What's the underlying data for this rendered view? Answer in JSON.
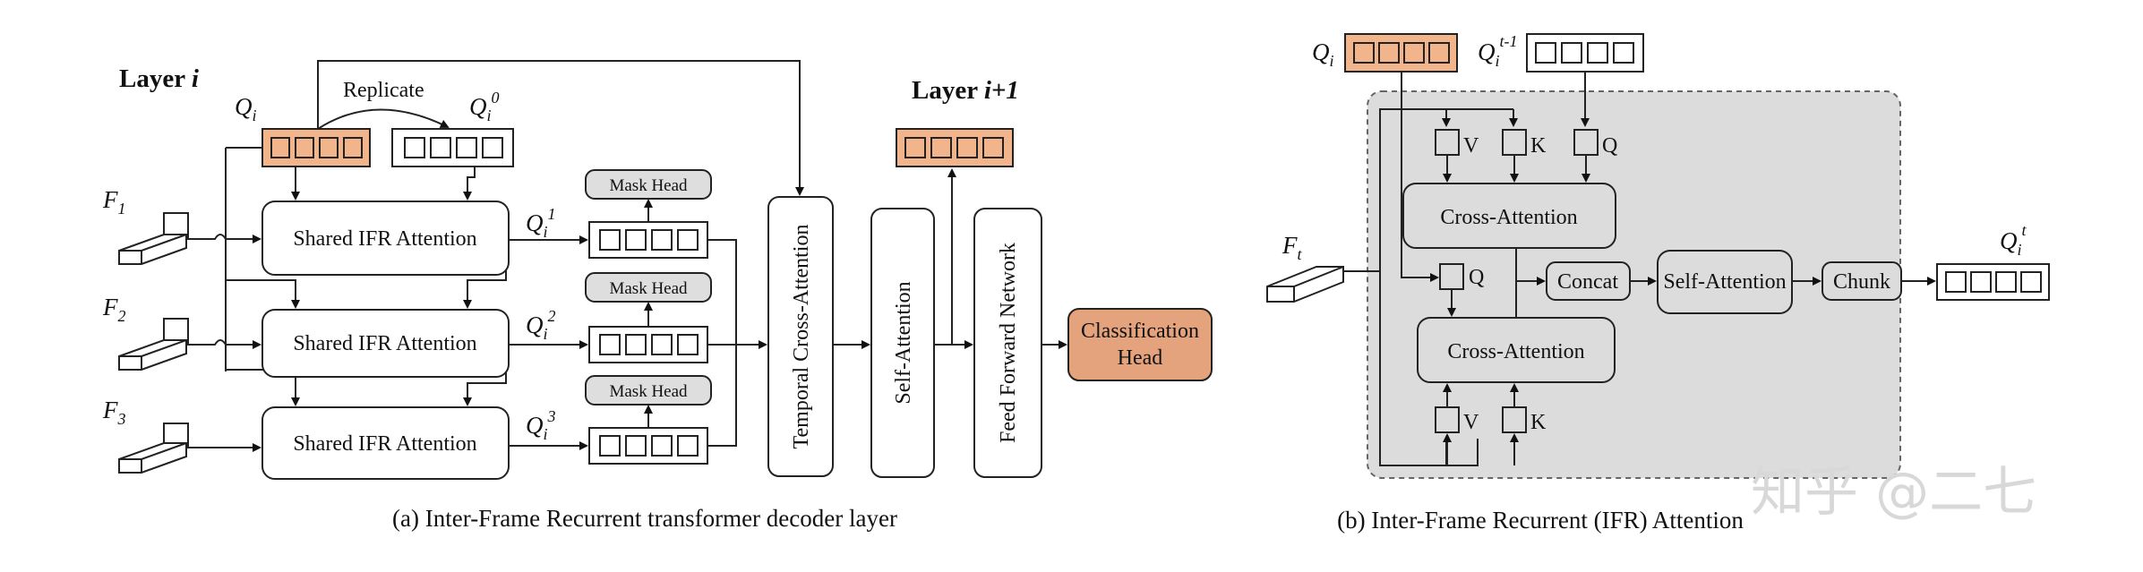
{
  "colors": {
    "query_fill": "#f2b48a",
    "head_fill": "#e4a27d",
    "mask_head_fill": "#dedede",
    "panel_fill": "#dcdcdc",
    "stroke": "#222222"
  },
  "left": {
    "layer_label": "Layer ",
    "layer_var": "i",
    "next_layer_label": "Layer ",
    "next_layer_var": "i+1",
    "q_main": "Q",
    "q_main_sub": "i",
    "q_zero": "Q",
    "q_zero_sub": "i",
    "q_zero_sup": "0",
    "replicate": "Replicate",
    "frames": [
      {
        "f": "F",
        "sub": "1"
      },
      {
        "f": "F",
        "sub": "2"
      },
      {
        "f": "F",
        "sub": "3"
      }
    ],
    "ifr_blocks": [
      {
        "label": "Shared IFR Attention",
        "q": "Q",
        "sub": "i",
        "sup": "1"
      },
      {
        "label": "Shared IFR Attention",
        "q": "Q",
        "sub": "i",
        "sup": "2"
      },
      {
        "label": "Shared IFR Attention",
        "q": "Q",
        "sub": "i",
        "sup": "3"
      }
    ],
    "mask_head": "Mask Head",
    "temporal": "Temporal Cross-Attention",
    "self_attention": "Self-Attention",
    "ffn": "Feed Forward Network",
    "cls_line1": "Classification",
    "cls_line2": "Head",
    "caption": "(a) Inter-Frame Recurrent transformer decoder layer"
  },
  "right": {
    "q_main": "Q",
    "q_main_sub": "i",
    "q_prev": "Q",
    "q_prev_sub": "i",
    "q_prev_sup": "t-1",
    "f_t": "F",
    "f_t_sub": "t",
    "v": "V",
    "k": "K",
    "q": "Q",
    "cross_attention": "Cross-Attention",
    "concat": "Concat",
    "self_attention": "Self-Attention",
    "chunk": "Chunk",
    "q_out": "Q",
    "q_out_sub": "i",
    "q_out_sup": "t",
    "caption": "(b) Inter-Frame Recurrent (IFR) Attention"
  },
  "watermark": "知乎 @二七"
}
